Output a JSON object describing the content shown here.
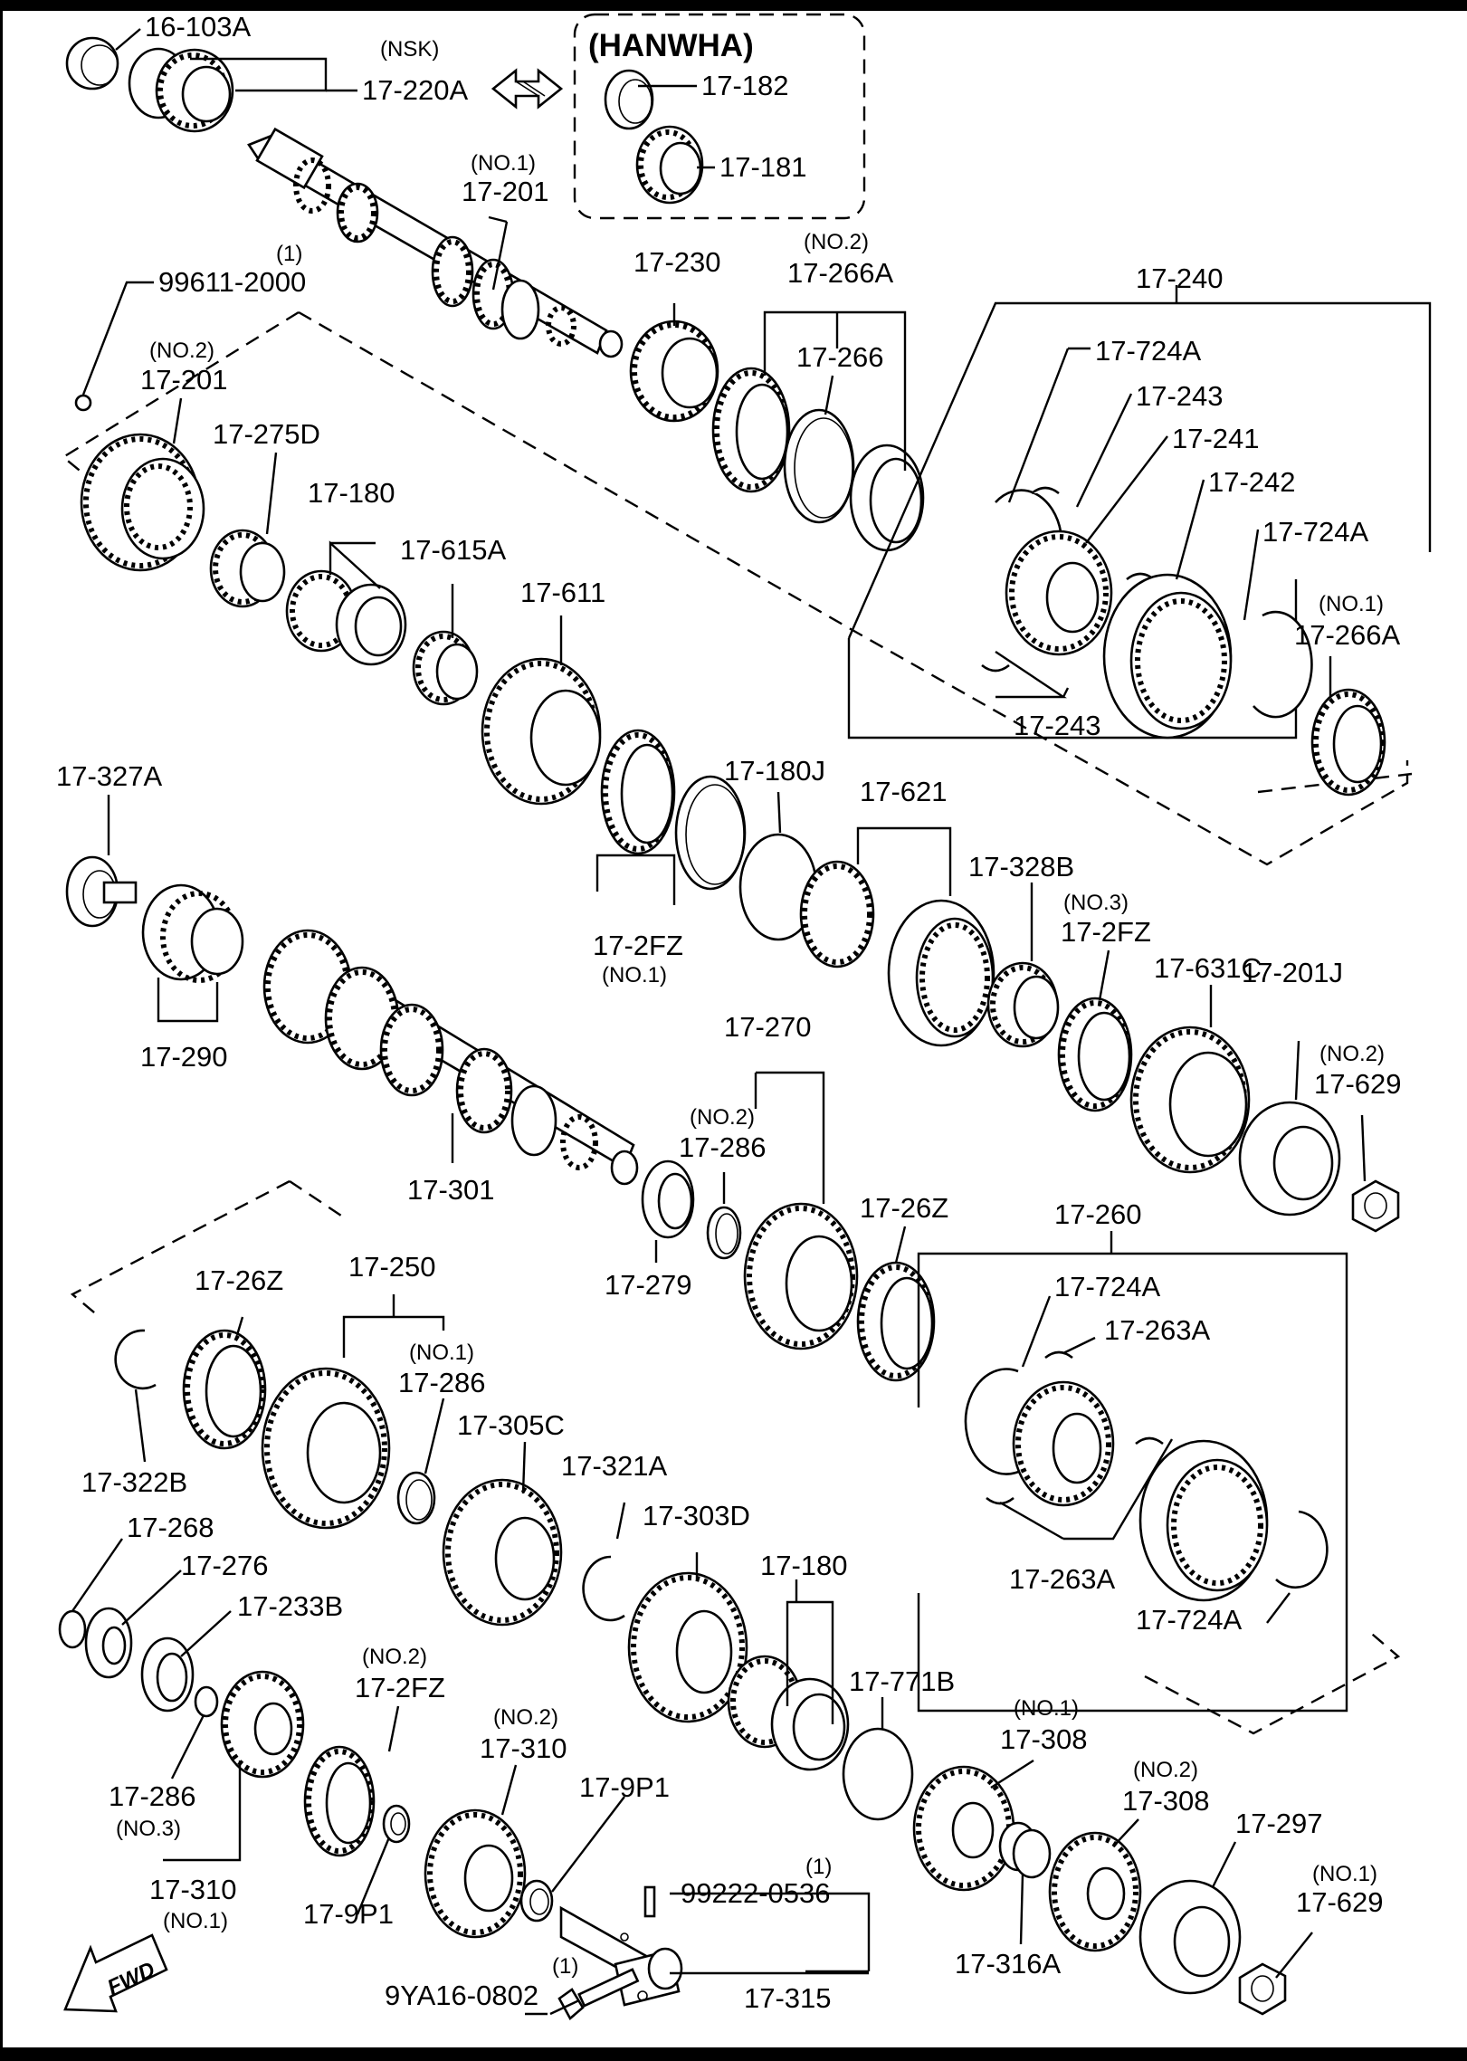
{
  "diagram": {
    "part_labels": [
      "16-103A",
      "17-220A",
      "17-182",
      "17-181",
      "17-201",
      "99611-2000",
      "17-201",
      "17-230",
      "17-266A",
      "17-266",
      "17-240",
      "17-724A",
      "17-243",
      "17-241",
      "17-242",
      "17-724A",
      "17-275D",
      "17-180",
      "17-615A",
      "17-611",
      "17-243",
      "17-266A",
      "17-327A",
      "17-180J",
      "17-621",
      "17-328B",
      "17-2FZ",
      "17-2FZ",
      "17-631C",
      "17-201J",
      "17-629",
      "17-290",
      "17-270",
      "17-286",
      "17-301",
      "17-26Z",
      "17-279",
      "17-260",
      "17-26Z",
      "17-250",
      "17-724A",
      "17-263A",
      "17-286",
      "17-305C",
      "17-322B",
      "17-321A",
      "17-268",
      "17-303D",
      "17-263A",
      "17-276",
      "17-233B",
      "17-180",
      "17-724A",
      "17-2FZ",
      "17-771B",
      "17-310",
      "17-308",
      "17-308",
      "17-286",
      "17-9P1",
      "17-297",
      "17-310",
      "99222-0536",
      "17-9P1",
      "17-629",
      "9YA16-0802",
      "17-315",
      "17-316A"
    ],
    "qualifiers": [
      "(NSK)",
      "(HANWHA)",
      "(NO.1)",
      "(1)",
      "(NO.2)",
      "(NO.2)",
      "(NO.1)",
      "(NO.3)",
      "(NO.1)",
      "(NO.2)",
      "(NO.2)",
      "(NO.1)",
      "(NO.2)",
      "(NO.2)",
      "(NO.1)",
      "(NO.2)",
      "(NO.3)",
      "(1)",
      "(NO.1)",
      "(NO.1)",
      "(1)"
    ],
    "fwd_label": "FWD"
  }
}
